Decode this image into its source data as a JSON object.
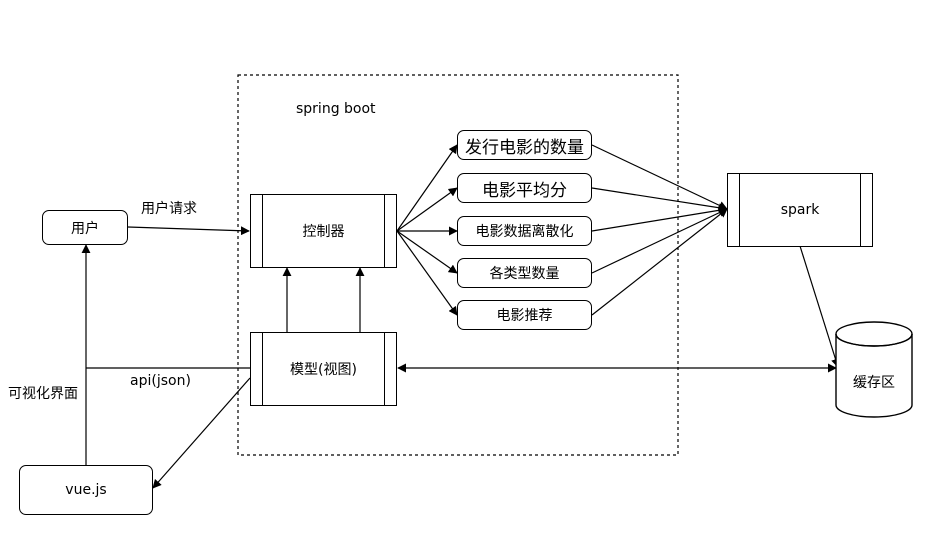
{
  "container": {
    "title": "spring boot"
  },
  "nodes": {
    "user": "用户",
    "controller": "控制器",
    "model_view": "模型(视图)",
    "vuejs": "vue.js",
    "spark": "spark",
    "cache": "缓存区"
  },
  "functions": [
    "发行电影的数量",
    "电影平均分",
    "电影数据离散化",
    "各类型数量",
    "电影推荐"
  ],
  "edge_labels": {
    "user_request": "用户请求",
    "api": "api(json)",
    "visual_ui": "可视化界面"
  }
}
